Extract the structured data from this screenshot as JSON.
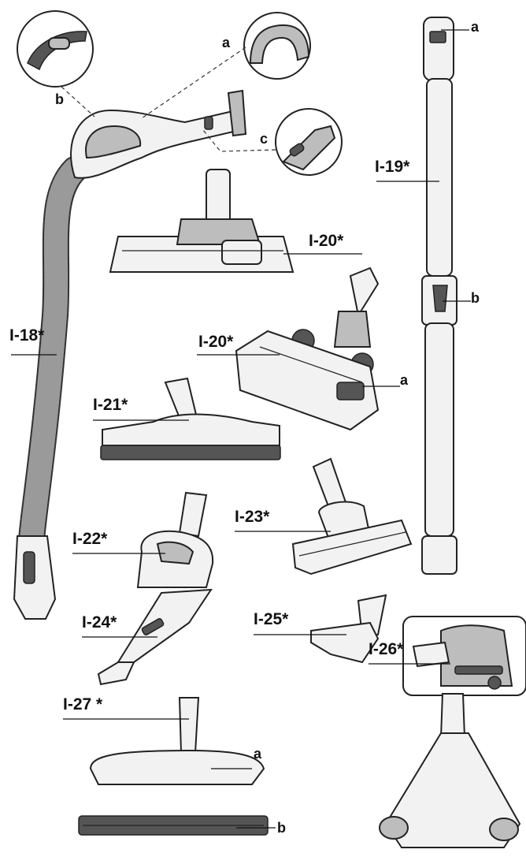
{
  "labels": {
    "i18": "I-18*",
    "i19": "I-19*",
    "i19a": "a",
    "i19b": "b",
    "i18a": "a",
    "i18b": "b",
    "i18c": "c",
    "i20_top": "I-20*",
    "i20_bottom": "I-20*",
    "i20a": "a",
    "i21": "I-21*",
    "i22": "I-22*",
    "i23": "I-23*",
    "i24": "I-24*",
    "i25": "I-25*",
    "i26": "I-26*",
    "i27": "I-27 *",
    "i27a": "a",
    "i27b": "b"
  }
}
